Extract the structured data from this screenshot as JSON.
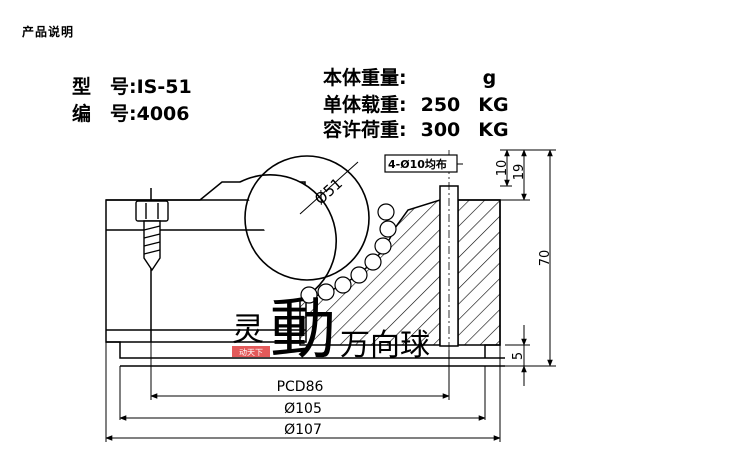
{
  "header": {
    "title": "产品说明"
  },
  "specs": {
    "model_label": "型　号:",
    "model_value": "IS-51",
    "code_label": "编　号:",
    "code_value": "4006",
    "weight_label": "本体重量:",
    "weight_value": "g",
    "single_load_label": "单体载重:",
    "single_load_value": "250",
    "single_load_unit": "KG",
    "allow_load_label": "容许荷重:",
    "allow_load_value": "300",
    "allow_load_unit": "KG"
  },
  "drawing": {
    "dims": {
      "ball_dia": "Ø51",
      "holes": "4-Ø10均布",
      "top_10": "10",
      "top_19": "19",
      "height_70": "70",
      "bottom_5": "5",
      "pcd": "PCD86",
      "dia_105": "Ø105",
      "dia_107": "Ø107"
    },
    "watermark": {
      "char1": "灵",
      "char2": "動",
      "text": "万向球",
      "badge": "动天下"
    }
  },
  "colors": {
    "line": "#000000",
    "hatch": "#000000",
    "watermark": "#b8b8b8",
    "badge": "#e35a5a"
  }
}
